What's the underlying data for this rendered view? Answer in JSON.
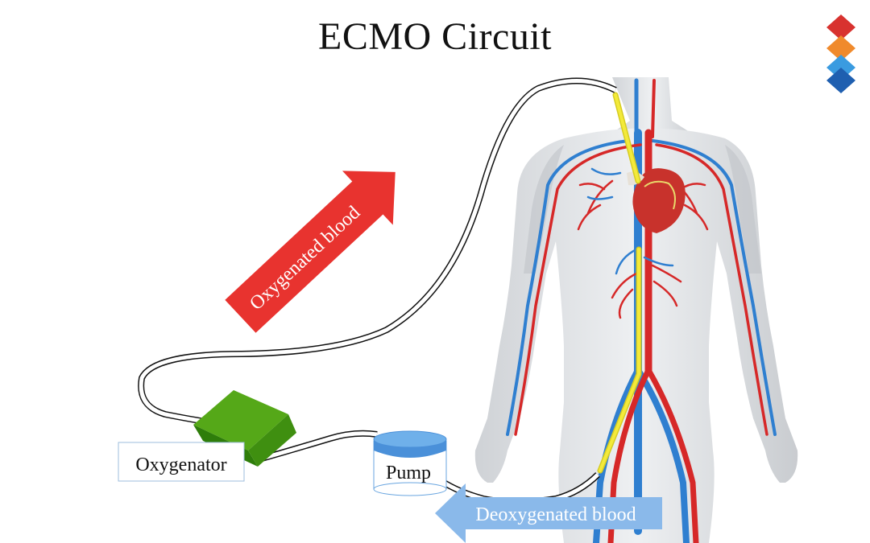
{
  "slide": {
    "title": "ECMO Circuit"
  },
  "labels": {
    "oxygenator": "Oxygenator",
    "pump": "Pump",
    "oxygenated_arrow": "Oxygenated blood",
    "deoxygenated_arrow": "Deoxygenated blood"
  },
  "colors": {
    "oxygenated_arrow": "#e8332f",
    "deoxygenated_arrow": "#8ab9ea",
    "oxygenator_green": "#3f8f10",
    "pump_blue": "#4a90d9",
    "cannula_yellow": "#f3ea3a",
    "artery_red": "#d62828",
    "vein_blue": "#2f7fd0",
    "logo_red": "#d8322f",
    "logo_orange": "#f08a2c",
    "logo_lightblue": "#3a9be0",
    "logo_darkblue": "#1f5fb0"
  },
  "icons": {
    "logo": "stacked-diamonds-logo",
    "body": "human-anatomy-illustration"
  }
}
